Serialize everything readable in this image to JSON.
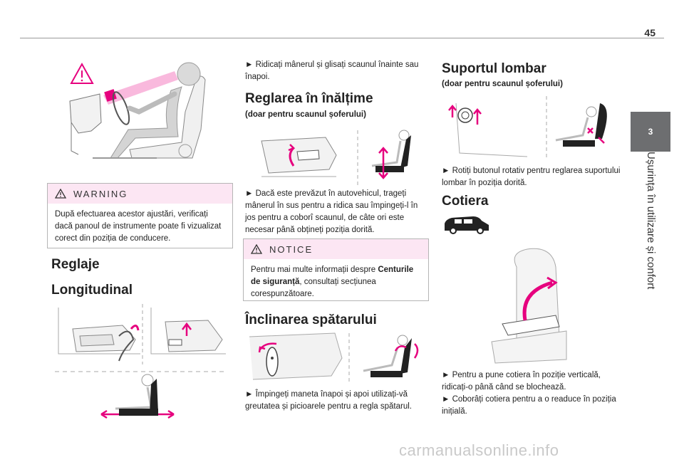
{
  "page": {
    "number": "45"
  },
  "side_tab": {
    "chapter": "3",
    "title": "Ușurința în utilizare și confort"
  },
  "warning": {
    "title": "WARNING",
    "text": "După efectuarea acestor ajustări, verificați dacă panoul de instrumente poate fi vizualizat corect din poziția de conducere."
  },
  "col1": {
    "heading1": "Reglaje",
    "heading2": "Longitudinal"
  },
  "col2": {
    "intro": "► Ridicați mânerul și glisați scaunul înainte sau înapoi.",
    "height_title": "Reglarea în înălțime",
    "height_sub": "(doar pentru scaunul șoferului)",
    "height_text": "► Dacă este prevăzut în autovehicul, trageți mânerul în sus pentru a ridica sau împingeți-l în jos pentru a coborî scaunul, de câte ori este necesar până obțineți poziția dorită.",
    "notice_title": "NOTICE",
    "notice_text_1": "Pentru mai multe informații despre ",
    "notice_bold": "Centurile de siguranță",
    "notice_text_2": ", consultați secțiunea corespunzătoare.",
    "recline_title": "Înclinarea spătarului",
    "recline_text": "► Împingeți maneta înapoi și apoi utilizați-vă greutatea și picioarele pentru a regla spătarul."
  },
  "col3": {
    "lumbar_title": "Suportul lombar",
    "lumbar_sub": "(doar pentru scaunul șoferului)",
    "lumbar_text": "► Rotiți butonul rotativ pentru reglarea suportului lombar în poziția dorită.",
    "armrest_title": "Cotiera",
    "armrest_text_1": "► Pentru a pune cotiera în poziție verticală, ridicați-o până când se blochează.",
    "armrest_text_2": "► Coborâți cotiera pentru a o readuce în poziția inițială."
  },
  "watermark": "carmanualsonline.info",
  "colors": {
    "accent": "#e6007e",
    "tab": "#6d6e70",
    "box_header": "#fce6f3",
    "line": "#9a9a9a"
  }
}
